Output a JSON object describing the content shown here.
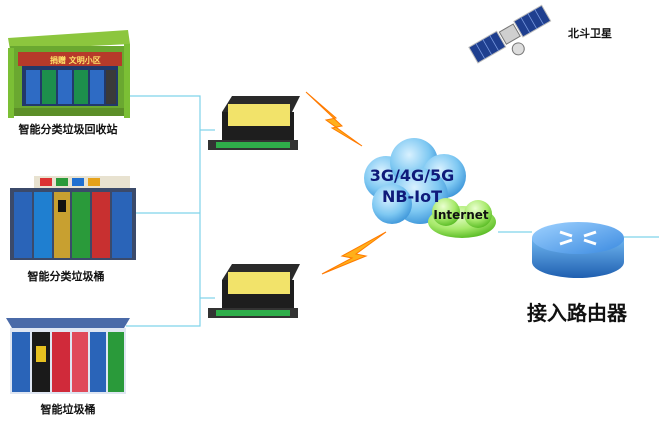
{
  "devices": [
    {
      "label": "智能分类垃圾回收站"
    },
    {
      "label": "智能分类垃圾桶"
    },
    {
      "label": "智能垃圾桶"
    }
  ],
  "banner_text": "捐赠 文明小区",
  "satellite": {
    "label": "北斗卫星",
    "icon": "satellite-icon"
  },
  "cloud": {
    "line1": "3G/4G/5G",
    "line2": "NB-IoT",
    "internet": "Internet"
  },
  "router": {
    "label": "接入路由器",
    "icon": "router-icon"
  },
  "gateway": {
    "icon": "gateway-box-icon"
  },
  "colors": {
    "line": "#7fd3ea",
    "cloud_blue": "#3aa6e6",
    "cloud_green": "#8fe05a",
    "router_blue": "#2f7fd4",
    "lightning": "#ff9a1a",
    "gateway_top": "#f2e36a"
  }
}
